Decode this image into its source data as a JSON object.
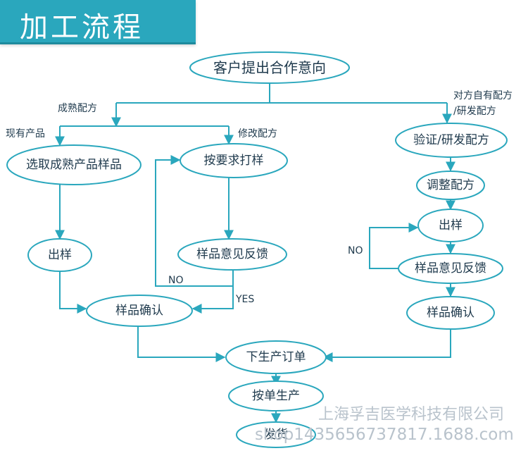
{
  "title": "加工流程",
  "nodes": {
    "start": "客户提出合作意向",
    "select_sample": "选取成熟产品样品",
    "sample_by_req": "按要求打样",
    "verify_formula": "验证/研发配方",
    "adjust_formula": "调整配方",
    "sample_left": "出样",
    "feedback_mid": "样品意见反馈",
    "sample_right": "出样",
    "feedback_right": "样品意见反馈",
    "confirm_left": "样品确认",
    "confirm_right": "样品确认",
    "order": "下生产订单",
    "produce": "按单生产",
    "ship": "发货"
  },
  "edge_labels": {
    "mature_formula": "成熟配方",
    "existing_product": "现有产品",
    "modify_formula": "修改配方",
    "own_formula_line1": "对方自有配方",
    "own_formula_line2": "/研发配方",
    "no_mid": "NO",
    "yes_mid": "YES",
    "no_right": "NO"
  },
  "watermark": {
    "company": "上海孚吉医学科技有限公司",
    "shop": "shop1435656737817.1688.com"
  },
  "colors": {
    "accent": "#2aa7bd",
    "text": "#1f3a4d",
    "banner_text": "#ffffff"
  }
}
